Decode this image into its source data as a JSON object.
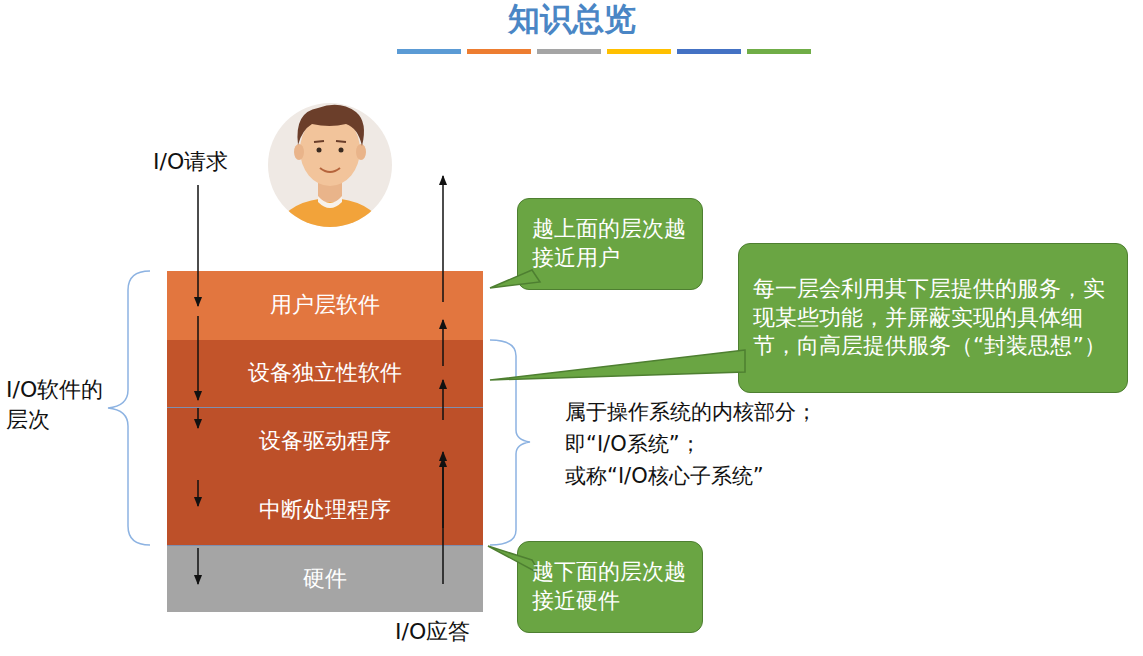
{
  "diagram": {
    "title": "知识总览",
    "nodes": [
      {
        "text": [
          "用户层软件"
        ]
      },
      {
        "text": [
          "设备独立性软件"
        ]
      },
      {
        "text": [
          "设备驱动程序"
        ]
      },
      {
        "text": [
          "中断处理程序"
        ]
      },
      {
        "text": [
          "硬件"
        ]
      },
      {
        "text": [
          "越上面的层次越接近用户"
        ]
      },
      {
        "text": [
          "每一层会利用其下层提供的服务，实现某些功能，并屏蔽实现的具体细节，向高层提供服务（“封装思想”）"
        ]
      },
      {
        "text": [
          "越下面的层次越接近硬件"
        ]
      }
    ],
    "labels": [
      "I/O请求",
      "I/O应答",
      "I/O软件的层次",
      "属于操作系统的内核部分；",
      "即“I/O系统”；",
      "或称“I/O核心子系统”"
    ]
  }
}
